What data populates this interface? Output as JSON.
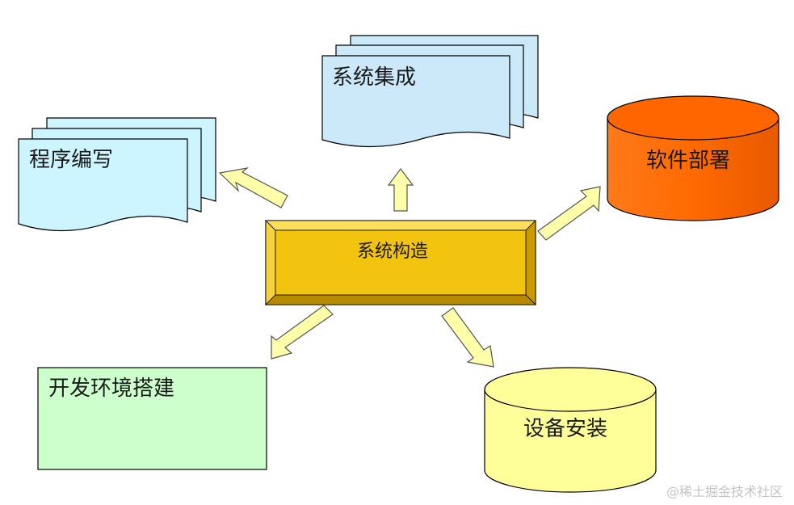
{
  "diagram": {
    "center": {
      "label": "系统构造",
      "color": "#F2C410"
    },
    "nodes": [
      {
        "id": "integration",
        "label": "系统集成",
        "shape": "document-stack",
        "color": "#CCE9F9"
      },
      {
        "id": "programming",
        "label": "程序编写",
        "shape": "document-stack",
        "color": "#CCF5FF"
      },
      {
        "id": "deployment",
        "label": "软件部署",
        "shape": "cylinder",
        "color": "#FF6600"
      },
      {
        "id": "environment",
        "label": "开发环境搭建",
        "shape": "rectangle",
        "color": "#CCFFCC"
      },
      {
        "id": "installation",
        "label": "设备安装",
        "shape": "cylinder",
        "color": "#FFFF99"
      }
    ],
    "arrow_color": "#FFFFAA"
  },
  "watermark": "@稀土掘金技术社区"
}
